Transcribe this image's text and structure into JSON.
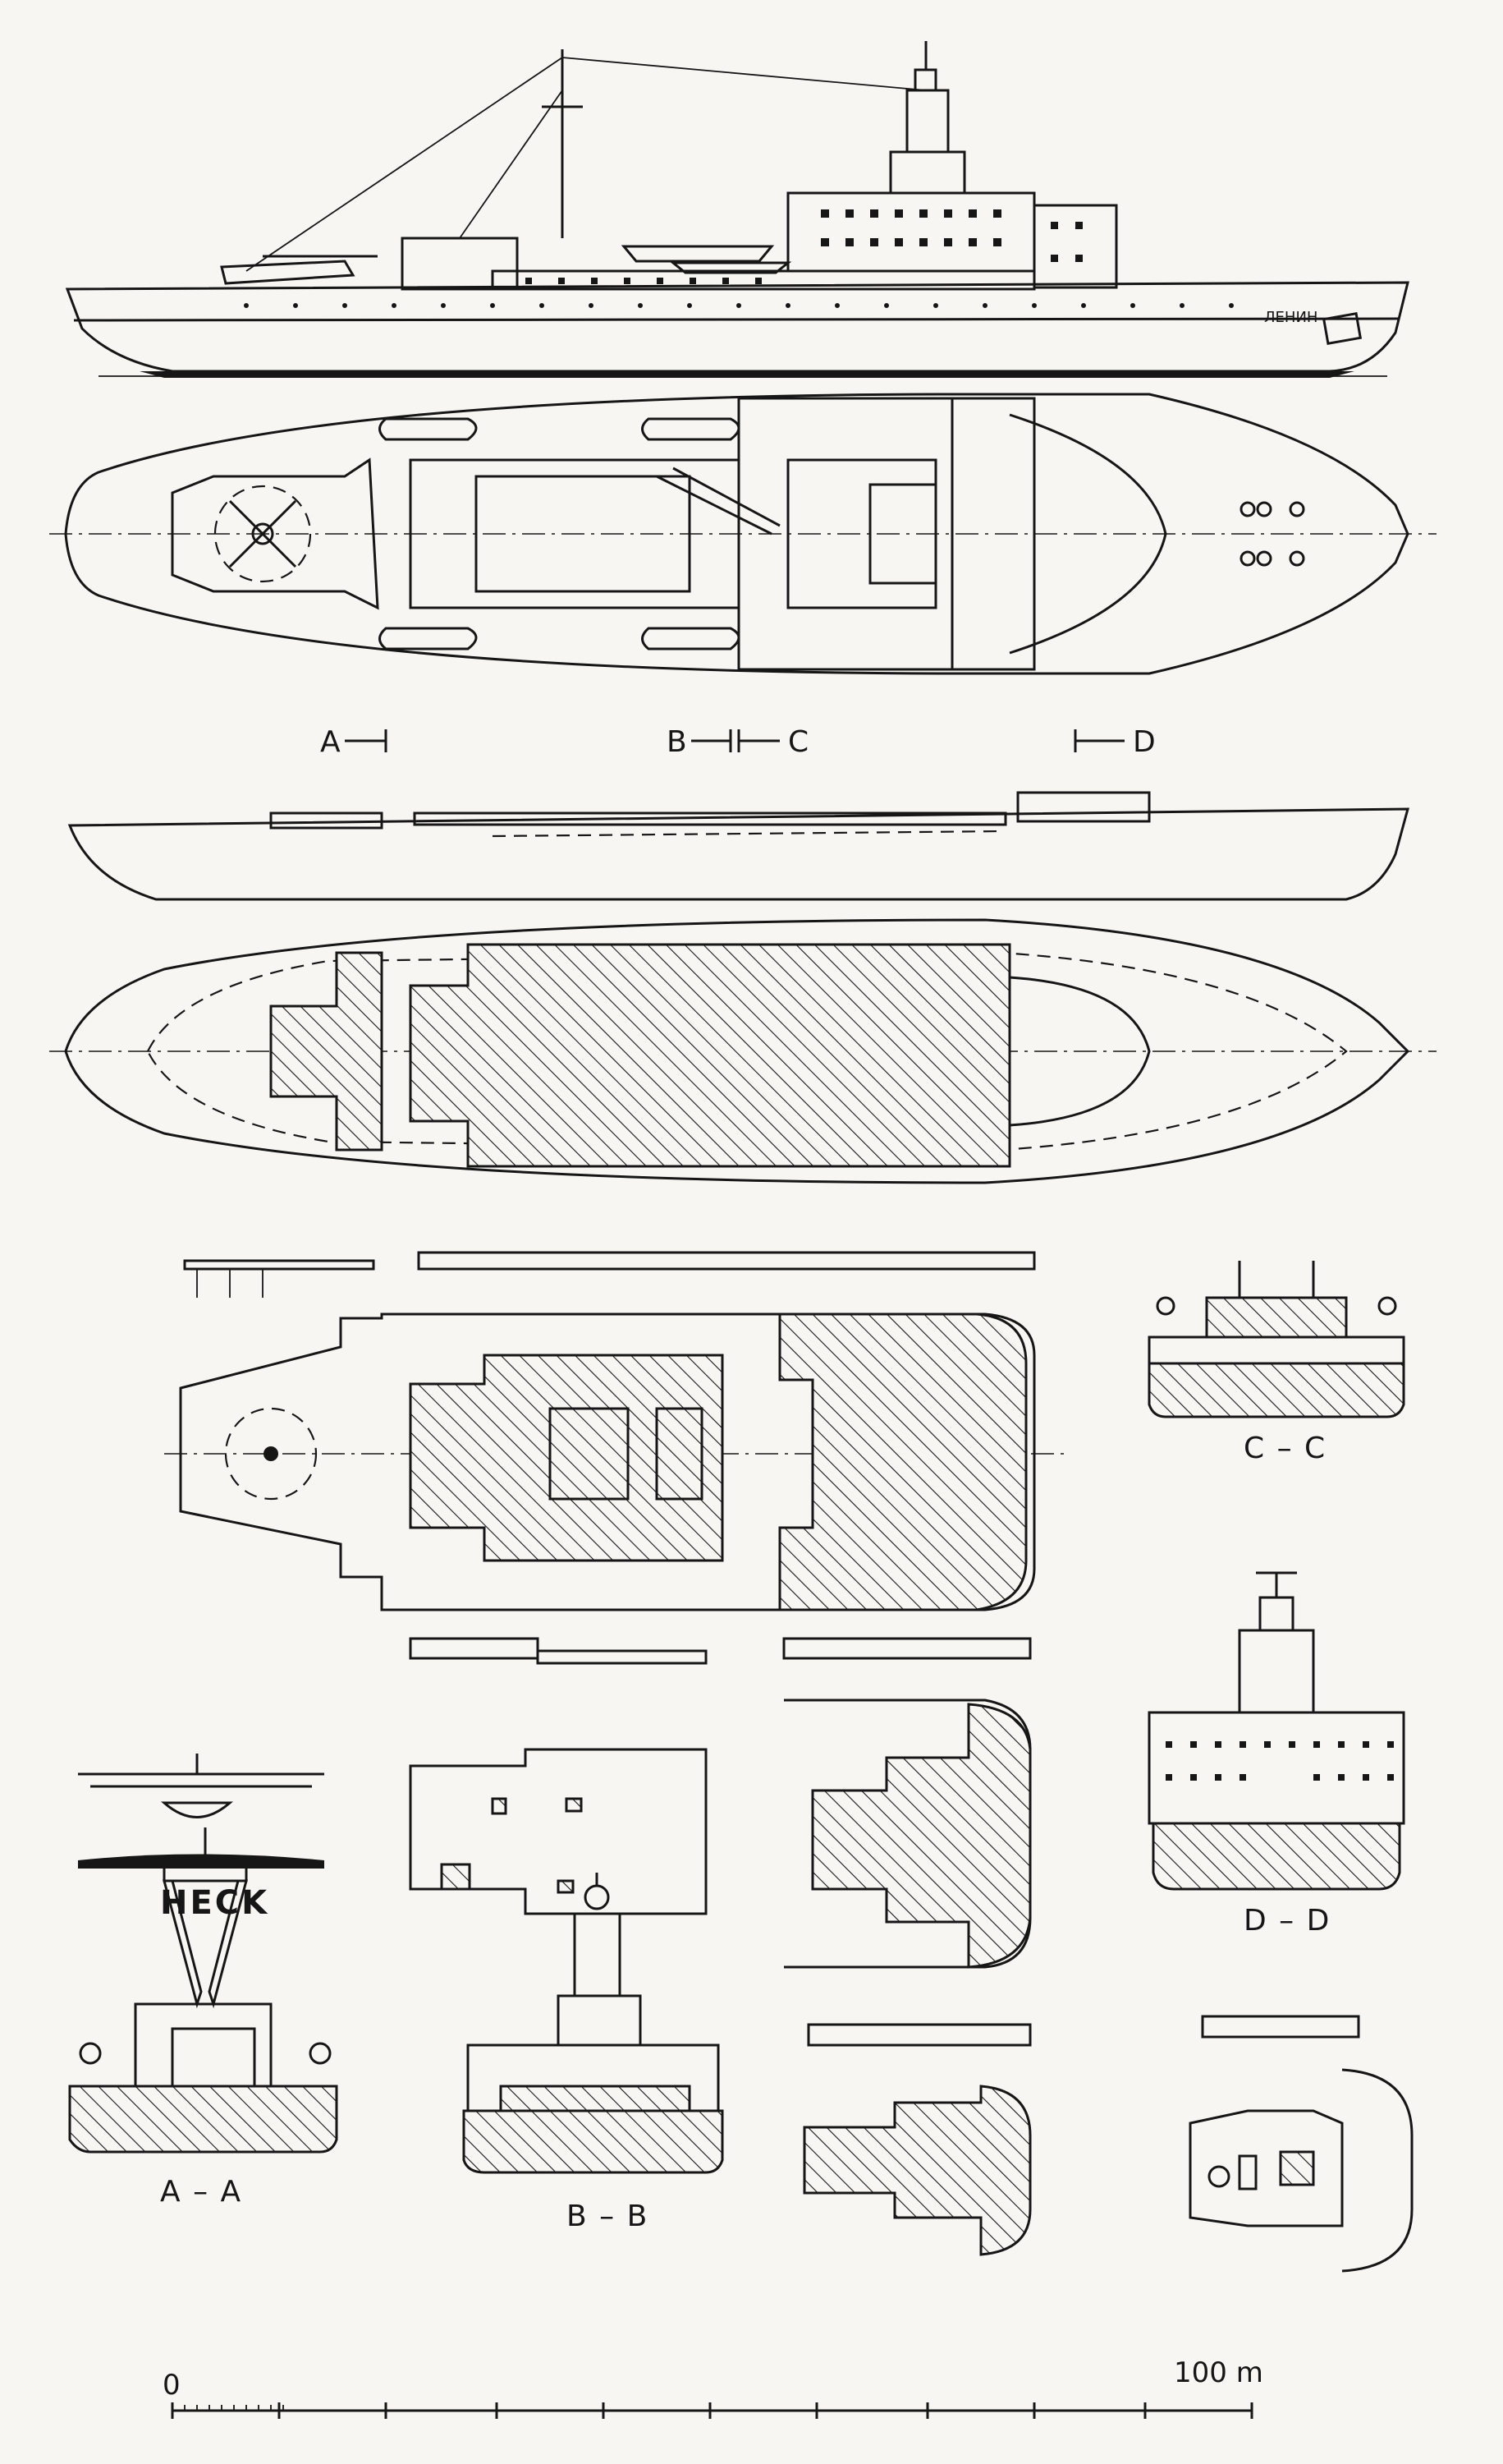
{
  "section_markers": {
    "a": "A",
    "b": "B",
    "c": "C",
    "d": "D"
  },
  "ship_name": "ЛЕНИН",
  "stern_label": "HECK",
  "section_labels": {
    "cc": "C – C",
    "dd": "D – D",
    "aa": "A – A",
    "bb": "B – B"
  },
  "scale_bar": {
    "start_label": "0",
    "end_label": "100 m"
  },
  "colors": {
    "ink": "#161616",
    "paper": "#f7f6f3"
  }
}
